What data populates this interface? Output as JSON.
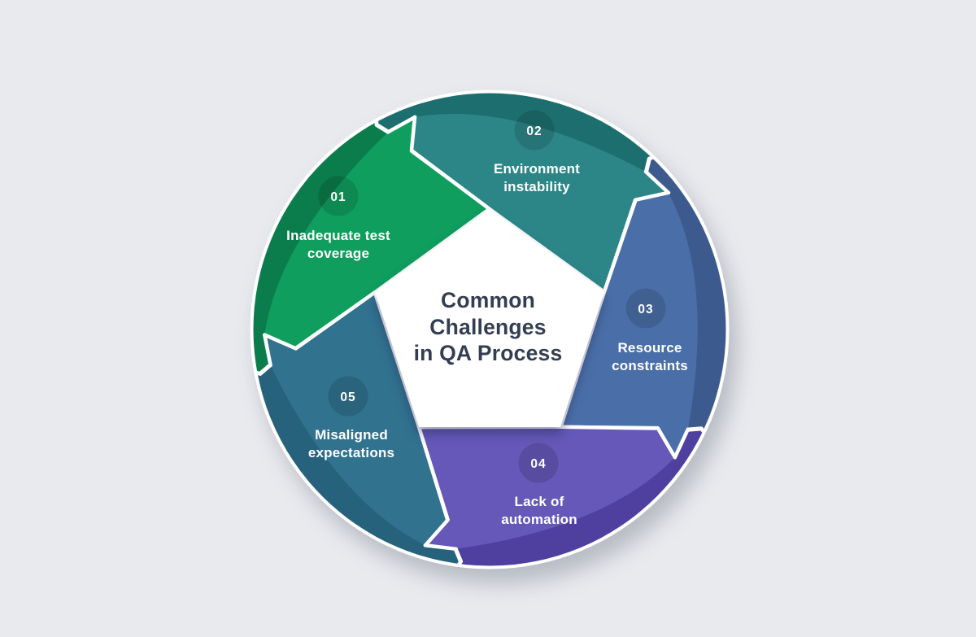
{
  "background": "#e9eaee",
  "diagram": {
    "name": "Common Challenges in QA Process cycle diagram",
    "title_lines": [
      "Common",
      "Challenges",
      "in QA Process"
    ],
    "title_color": "#333e52",
    "label_color": "#ffffff",
    "badge_overlay": "rgba(0,0,0,0.13)",
    "disk_color": "#ffffff"
  },
  "segments": [
    {
      "number": "01",
      "lines": [
        "Inadequate test",
        "coverage"
      ],
      "bright": "#0f9e5e",
      "dark": "#0b7c4b"
    },
    {
      "number": "02",
      "lines": [
        "Environment",
        "instability"
      ],
      "bright": "#2c8687",
      "dark": "#1d6f6f"
    },
    {
      "number": "03",
      "lines": [
        "Resource",
        "constraints"
      ],
      "bright": "#4a6fa8",
      "dark": "#3c5a8e"
    },
    {
      "number": "04",
      "lines": [
        "Lack of",
        "automation"
      ],
      "bright": "#6558b8",
      "dark": "#4f3f9f"
    },
    {
      "number": "05",
      "lines": [
        "Misaligned",
        "expectations"
      ],
      "bright": "#31728f",
      "dark": "#27627d"
    }
  ]
}
